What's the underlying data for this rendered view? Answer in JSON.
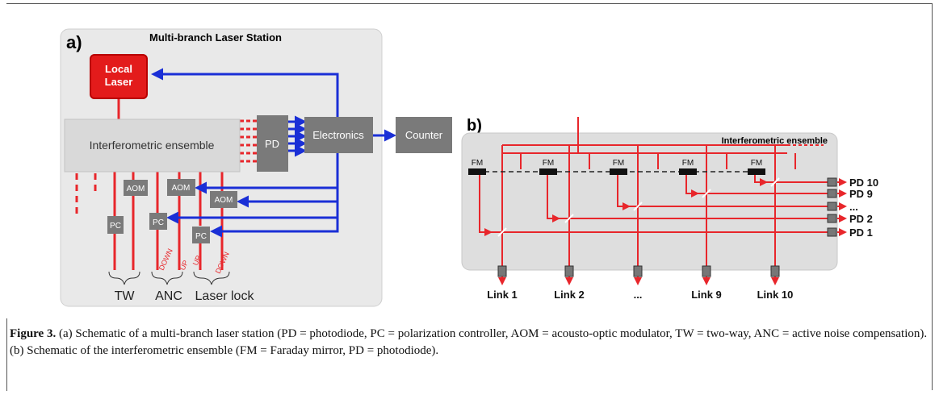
{
  "panel_a": {
    "tag": "a)",
    "title": "Multi-branch Laser Station",
    "local_laser": "Local Laser",
    "ensemble": "Interferometric ensemble",
    "pd": "PD",
    "electronics": "Electronics",
    "counter": "Counter",
    "aom": "AOM",
    "pc": "PC",
    "down": "DOWN",
    "up": "UP",
    "group_tw": "TW",
    "group_anc": "ANC",
    "group_lock": "Laser lock"
  },
  "panel_b": {
    "tag": "b)",
    "title": "Interferometric ensemble",
    "fm": "FM",
    "outputs": [
      "PD 10",
      "PD 9",
      "...",
      "PD 2",
      "PD 1"
    ],
    "links": [
      "Link 1",
      "Link 2",
      "...",
      "Link 9",
      "Link 10"
    ]
  },
  "caption": {
    "label": "Figure 3.",
    "text": "(a) Schematic of a multi-branch laser station (PD = photodiode, PC = polarization controller, AOM = acousto-optic modulator, TW = two-way, ANC = active noise compensation). (b) Schematic of the interferometric ensemble (FM = Faraday mirror, PD = photodiode)."
  },
  "colors": {
    "fiber": "#e8262b",
    "electric": "#1a2fd6",
    "box": "#7a7a7a",
    "laser": "#e31b1b"
  }
}
